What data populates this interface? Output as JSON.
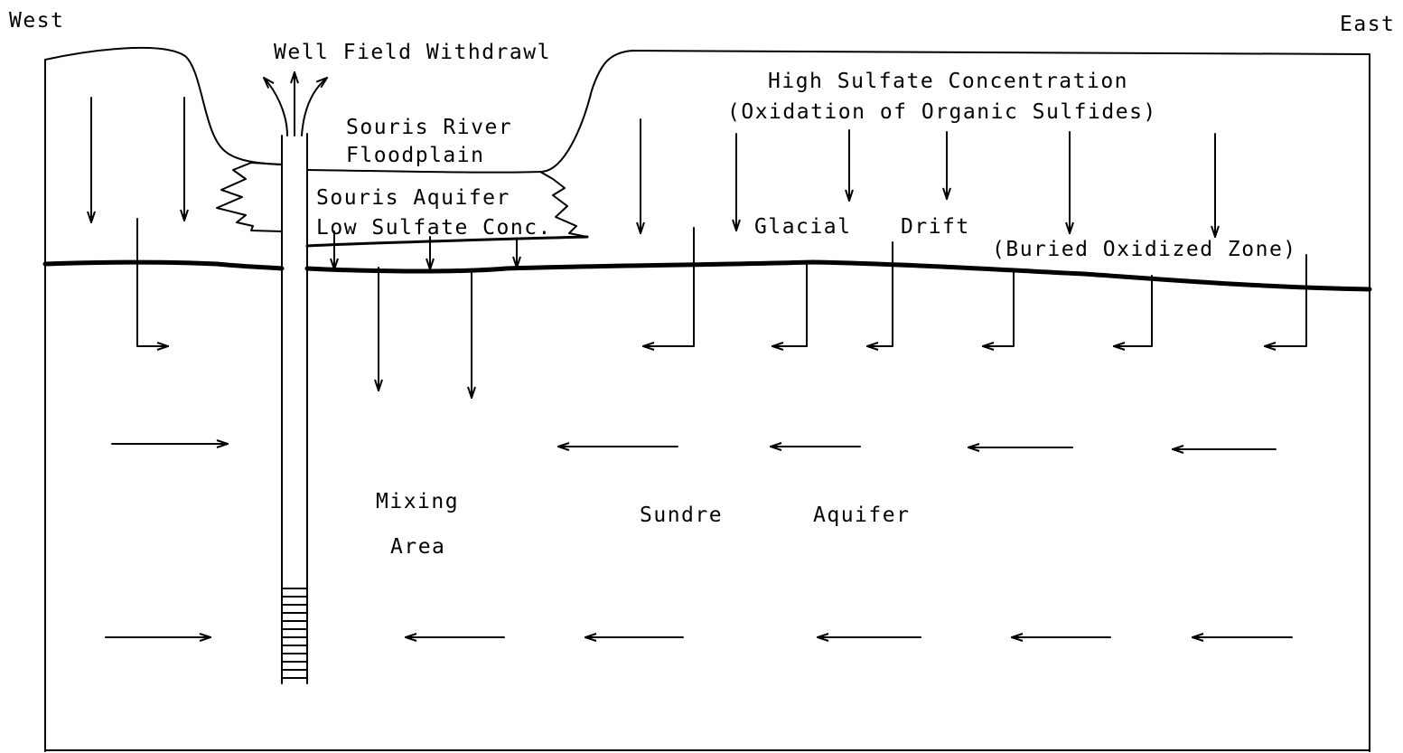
{
  "labels": {
    "west": "West",
    "east": "East",
    "well_field": "Well Field Withdrawl",
    "floodplain_line1": "Souris River",
    "floodplain_line2": "Floodplain",
    "souris_aquifer_line1": "Souris Aquifer",
    "souris_aquifer_line2": "Low Sulfate Conc.",
    "sulfate_line1": "High Sulfate Concentration",
    "sulfate_line2": "(Oxidation of Organic Sulfides)",
    "glacial": "Glacial",
    "drift": "Drift",
    "buried_zone": "(Buried Oxidized Zone)",
    "mixing": "Mixing",
    "area": "Area",
    "sundre": "Sundre",
    "aquifer": "Aquifer"
  }
}
